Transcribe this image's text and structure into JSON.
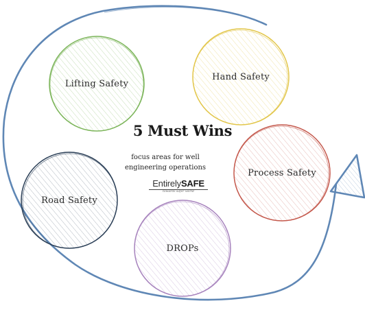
{
  "title": "5 Must Wins",
  "subtitle_lines": [
    "focus areas for well",
    "engineering operations"
  ],
  "logo": {
    "brand_prefix": "Entirely",
    "brand_suffix": "SAFE",
    "tagline": "towards safer world"
  },
  "circles": [
    {
      "id": "lifting-safety",
      "label": "Lifting Safety",
      "color": "#7cb55a"
    },
    {
      "id": "hand-safety",
      "label": "Hand Safety",
      "color": "#e2c64a"
    },
    {
      "id": "process-safety",
      "label": "Process Safety",
      "color": "#c4584c"
    },
    {
      "id": "road-safety",
      "label": "Road Safety",
      "color": "#2b3f57"
    },
    {
      "id": "drops",
      "label": "DROPs",
      "color": "#a783bd"
    }
  ],
  "colors": {
    "arrow": "#5f87b5",
    "text": "#1a1a1a"
  }
}
